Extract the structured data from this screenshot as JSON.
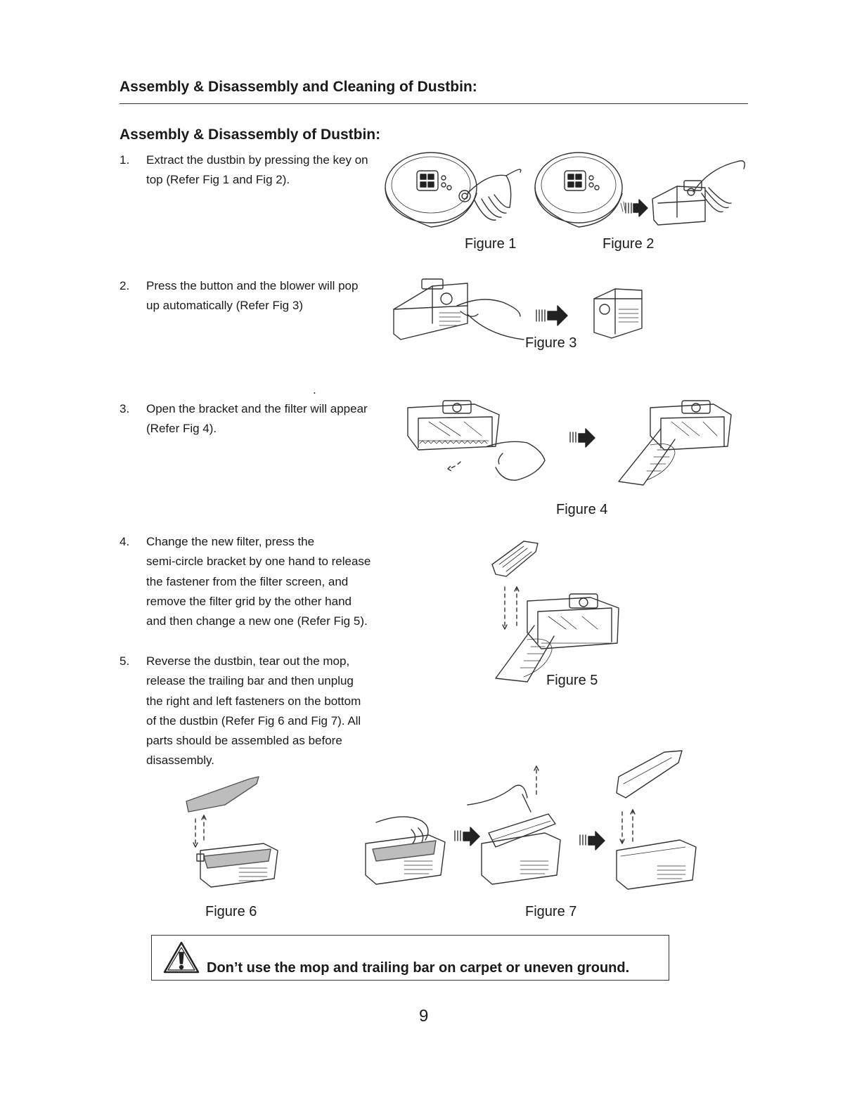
{
  "page": {
    "title": "Assembly & Disassembly and Cleaning of Dustbin:",
    "subtitle": "Assembly & Disassembly of Dustbin:",
    "page_number": "9"
  },
  "steps": [
    {
      "num": "1.",
      "lines": [
        "Extract the dustbin by pressing the key on",
        "top (Refer Fig 1 and Fig 2)."
      ]
    },
    {
      "num": "2.",
      "lines": [
        "Press the button and the blower will pop",
        "up automatically (Refer Fig 3)"
      ]
    },
    {
      "num": "3.",
      "lines": [
        "Open the bracket and the filter will appear",
        "(Refer Fig 4)."
      ]
    },
    {
      "num": "4.",
      "lines": [
        "Change the new filter, press the",
        "semi-circle bracket by one hand to release",
        "the fastener from the filter screen, and",
        "remove the filter grid by the other hand",
        "and then change a new one (Refer Fig 5)."
      ]
    },
    {
      "num": "5.",
      "lines": [
        "Reverse the dustbin, tear out the mop,",
        "release the trailing bar and then unplug",
        "the right and left fasteners on the bottom",
        "of the dustbin (Refer Fig 6 and Fig 7). All",
        "parts should be assembled as before",
        "disassembly."
      ]
    }
  ],
  "figures": {
    "fig1": "Figure 1",
    "fig2": "Figure 2",
    "fig3": "Figure 3",
    "fig4": "Figure 4",
    "fig5": "Figure 5",
    "fig6": "Figure 6",
    "fig7": "Figure 7"
  },
  "stray_mark": ".",
  "warning": {
    "icon": "warning-triangle-icon",
    "text": "Don’t use the mop and trailing bar on carpet or uneven ground."
  }
}
